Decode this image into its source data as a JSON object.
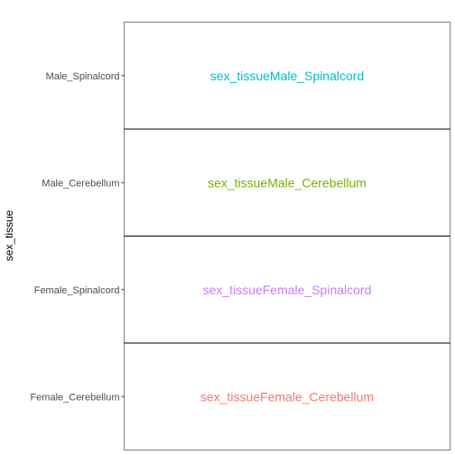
{
  "chart_data": {
    "type": "table",
    "ylabel": "sex_tissue",
    "xlabel": "",
    "categories": [
      "Female_Cerebellum",
      "Female_Spinalcord",
      "Male_Cerebellum",
      "Male_Spinalcord"
    ],
    "cells": [
      {
        "category": "Female_Cerebellum",
        "label": "sex_tissueFemale_Cerebellum",
        "color": "#F8766D"
      },
      {
        "category": "Female_Spinalcord",
        "label": "sex_tissueFemale_Spinalcord",
        "color": "#C77CFF"
      },
      {
        "category": "Male_Cerebellum",
        "label": "sex_tissueMale_Cerebellum",
        "color": "#7CAE00"
      },
      {
        "category": "Male_Spinalcord",
        "label": "sex_tissueMale_Spinalcord",
        "color": "#00BFC4"
      }
    ],
    "grid": false,
    "legend": "none"
  }
}
